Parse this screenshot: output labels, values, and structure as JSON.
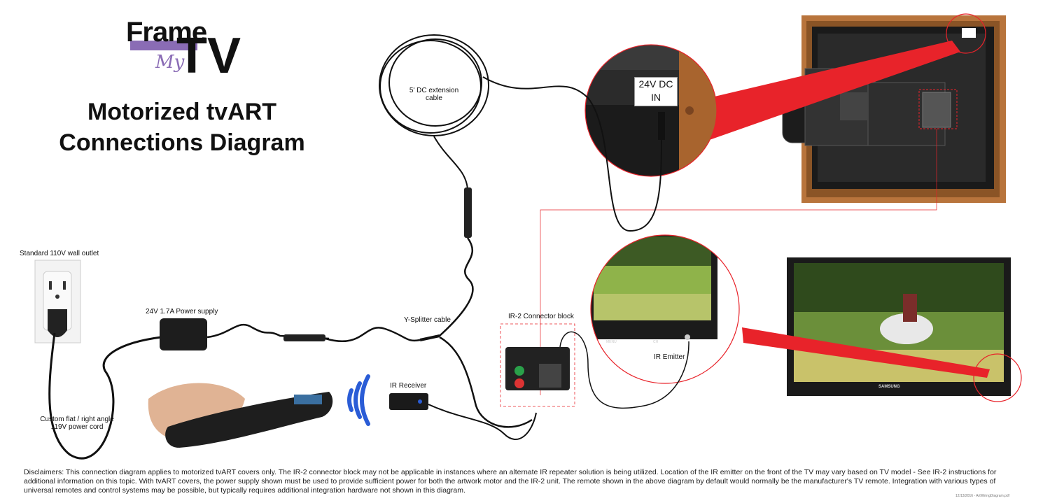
{
  "logo": {
    "frame": "Frame",
    "my": "My",
    "tv": "TV"
  },
  "title_line1": "Motorized tvART",
  "title_line2": "Connections Diagram",
  "labels": {
    "wall_outlet": "Standard 110V wall outlet",
    "power_supply": "24V 1.7A Power supply",
    "ext_cable_line1": "5' DC extension",
    "ext_cable_line2": "cable",
    "y_splitter": "Y-Splitter cable",
    "ir2_block": "IR-2 Connector block",
    "ir_receiver": "IR Receiver",
    "ir_emitter": "IR Emitter",
    "power_cord_line1": "Custom flat / right angle",
    "power_cord_line2": "119V power cord",
    "dc_in_line1": "24V DC",
    "dc_in_line2": "IN",
    "tv_brand": "SAMSUNG",
    "tv_menu": "MENU",
    "tv_ch": "CH"
  },
  "disclaimer": "Disclaimers:  This connection diagram applies to motorized tvART covers only. The IR-2 connector block may not be applicable in instances where an alternate IR repeater solution is being utilized. Location of the IR emitter on the front of the TV may vary based on TV model - See IR-2 instructions for additional information on this topic. With tvART covers, the power supply shown must be used to provide sufficient power for both the artwork motor and the IR-2 unit. The remote shown in the above diagram by default would normally be the manufacturer's TV remote. Integration with various types of universal remotes and control systems may be possible, but typically requires additional integration hardware not shown in this diagram.",
  "footer": "12/13/2016 - ArtWiringDiagram.pdf",
  "colors": {
    "accent_red": "#e8232a",
    "logo_purple": "#8a6cb5",
    "ir_blue": "#2a5cd6",
    "frame_wood": "#b8743c"
  }
}
